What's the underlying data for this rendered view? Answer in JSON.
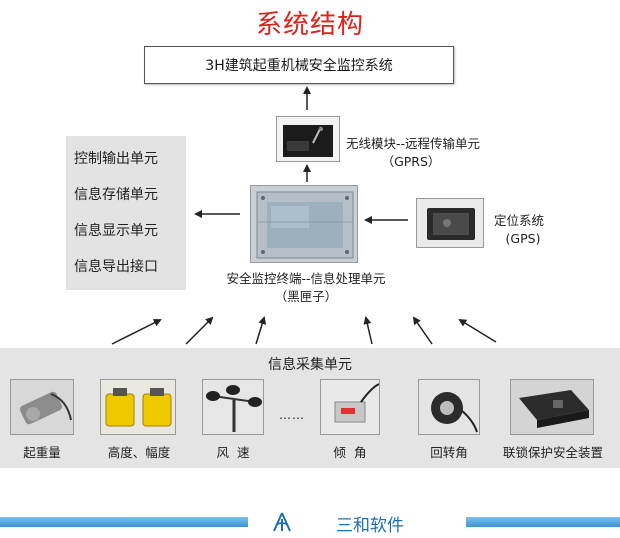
{
  "title": "系统结构",
  "top_box": "3H建筑起重机械安全监控系统",
  "wireless": {
    "line1": "无线模块--远程传输单元",
    "line2": "（GPRS）"
  },
  "terminal": {
    "line1": "安全监控终端--信息处理单元",
    "line2": "（黑匣子）"
  },
  "positioning": {
    "line1": "定位系统",
    "line2": "(GPS)"
  },
  "outputs": [
    "控制输出单元",
    "信息存储单元",
    "信息显示单元",
    "信息导出接口"
  ],
  "collection": {
    "title": "信息采集单元",
    "sensors": [
      "起重量",
      "高度、幅度",
      "风  速",
      "倾  角",
      "回转角",
      "联锁保护安全装置"
    ],
    "ellipsis": "……"
  },
  "footer": {
    "company": "三和软件"
  },
  "colors": {
    "title": "#e0201a",
    "footer_blue": "#3b95d6",
    "panel_gray": "#e3e3e3"
  }
}
